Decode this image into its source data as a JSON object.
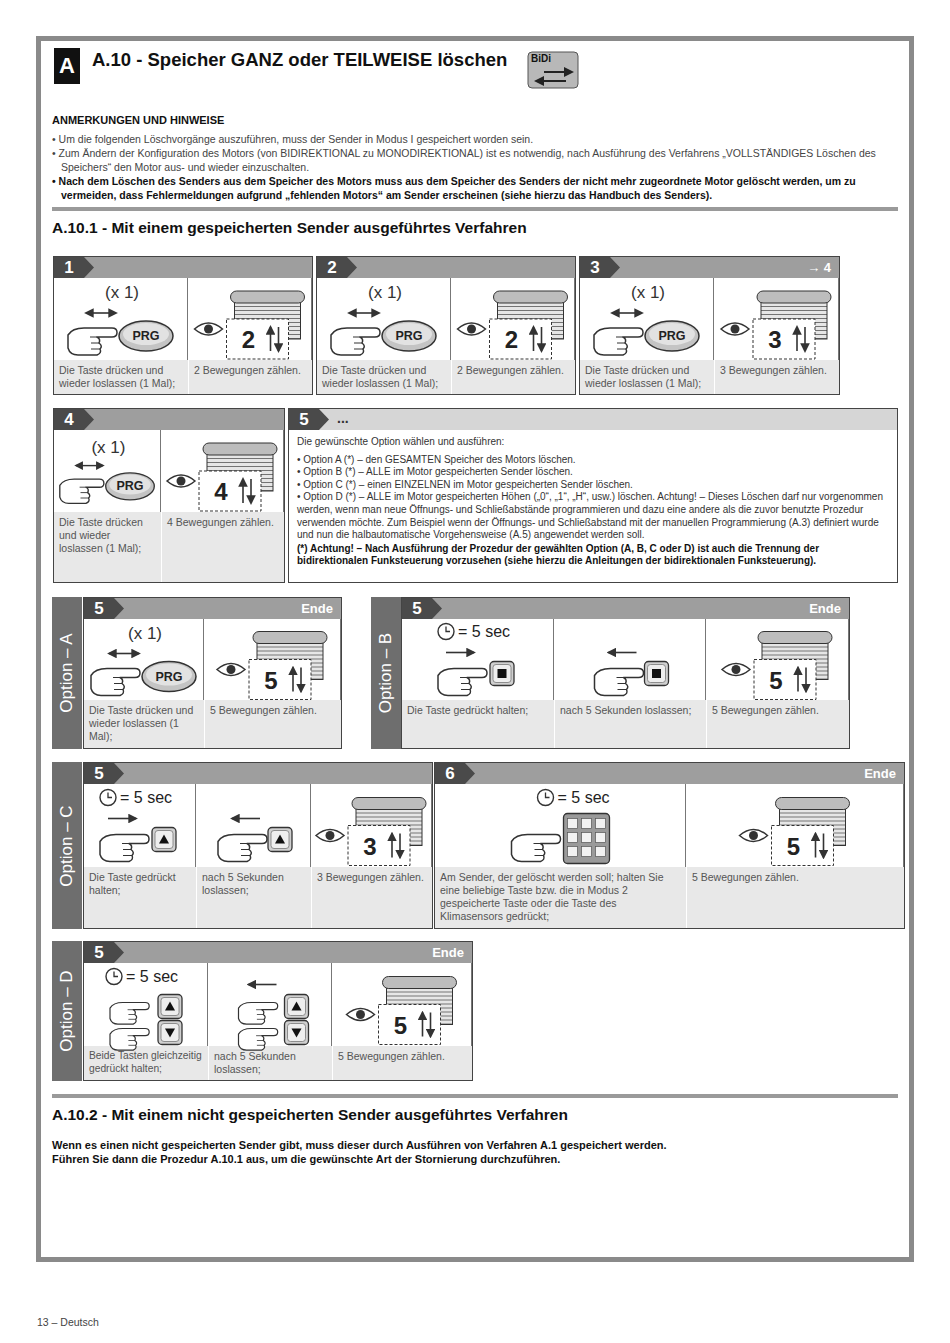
{
  "diagram": {
    "title": "A.10 - Speicher GANZ oder TEILWEISE löschen",
    "nodes": [
      {
        "text": [
          "1"
        ]
      },
      {
        "text": [
          "(x 1)",
          "PRG",
          "Die Taste drücken und wieder loslassen (1 Mal);"
        ],
        "in": 0
      },
      {
        "text": [
          "2",
          "2 Bewegungen zählen."
        ],
        "in": 0
      },
      {
        "text": [
          "2"
        ]
      },
      {
        "text": [
          "(x 1)",
          "PRG",
          "Die Taste drücken und wieder loslassen (1 Mal);"
        ],
        "in": 3
      },
      {
        "text": [
          "2",
          "2 Bewegungen zählen."
        ],
        "in": 3
      },
      {
        "text": [
          "3",
          "→ 4"
        ]
      },
      {
        "text": [
          "(x 1)",
          "PRG",
          "Die Taste drücken und wieder loslassen (1 Mal);"
        ],
        "in": 6
      },
      {
        "text": [
          "3",
          "3 Bewegungen zählen."
        ],
        "in": 6
      },
      {
        "text": [
          "4"
        ]
      },
      {
        "text": [
          "(x 1)",
          "PRG",
          "Die Taste drücken und wieder loslassen (1 Mal);"
        ],
        "in": 9
      },
      {
        "text": [
          "4",
          "4 Bewegungen zählen."
        ],
        "in": 9
      },
      {
        "text": [
          "5",
          "..."
        ]
      },
      {
        "text": [
          "Die gewünschte Option wählen und ausführen:",
          "• Option A (*) – den GESAMTEN Speicher des Motors löschen.",
          "• Option B (*) – ALLE im Motor gespeicherten Sender löschen.",
          "• Option C (*) – einen EINZELNEN im Motor gespeicherten Sender löschen.",
          "• Option D (*) – ALLE im Motor gespeicherten Höhen („0“, „1“, „H“, usw.) löschen. Achtung! – Dieses Löschen darf nur vorgenommen werden, wenn man neue Öffnungs- und Schließabstände programmieren und dazu eine andere als die zuvor benutzte Prozedur verwenden möchte. Zum Beispiel wenn der Öffnungs- und Schließabstand mit der manuellen Programmierung (A.3) definiert wurde und nun die halbautomatische Vorgehensweise (A.5) angewendet werden soll.",
          "(*) Achtung! – Nach Ausführung der Prozedur der gewählten Option (A, B, C oder D) ist auch die Trennung der bidirektionalen Funksteuerung vorzusehen (siehe hierzu die Anleitungen der bidirektionalen Funksteuerung)."
        ],
        "in": 12
      },
      {
        "text": [
          "Option – A"
        ]
      },
      {
        "text": [
          "5",
          "Ende"
        ],
        "in": 14
      },
      {
        "text": [
          "(x 1)",
          "PRG",
          "Die Taste drücken und wieder loslassen (1 Mal);"
        ],
        "in": 15
      },
      {
        "text": [
          "5",
          "5 Bewegungen zählen."
        ],
        "in": 15
      },
      {
        "text": [
          "Option – B"
        ]
      },
      {
        "text": [
          "5",
          "Ende"
        ],
        "in": 18
      },
      {
        "text": [
          "= 5 sec",
          "Die Taste gedrückt halten;"
        ],
        "in": 19
      },
      {
        "text": [
          "nach 5 Sekunden loslassen;"
        ],
        "in": 19
      },
      {
        "text": [
          "5",
          "5 Bewegungen zählen."
        ],
        "in": 19
      },
      {
        "text": [
          "Option – C"
        ]
      },
      {
        "text": [
          "5"
        ],
        "in": 23
      },
      {
        "text": [
          "= 5 sec",
          "Die Taste gedrückt halten;"
        ],
        "in": 24
      },
      {
        "text": [
          "nach 5 Sekunden loslassen;"
        ],
        "in": 24
      },
      {
        "text": [
          "3",
          "3 Bewegungen zählen."
        ],
        "in": 24
      },
      {
        "text": [
          "6",
          "Ende"
        ],
        "in": 23
      },
      {
        "text": [
          "= 5 sec",
          "Am Sender, der gelöscht werden soll; halten Sie eine beliebige Taste bzw. die in Modus 2 gespeicherte Taste oder die Taste des Klimasensors gedrückt;"
        ],
        "in": 28
      },
      {
        "text": [
          "5",
          "5 Bewegungen zählen."
        ],
        "in": 28
      },
      {
        "text": [
          "Option – D"
        ]
      },
      {
        "text": [
          "5",
          "Ende"
        ],
        "in": 31
      },
      {
        "text": [
          "= 5 sec",
          "Beide Tasten gleichzeitig gedrückt halten;"
        ],
        "in": 32
      },
      {
        "text": [
          "nach 5 Sekunden loslassen;"
        ],
        "in": 32
      },
      {
        "text": [
          "5",
          "5 Bewegungen zählen."
        ],
        "in": 32
      }
    ],
    "labels": [
      "A",
      "BiDi",
      "ANMERKUNGEN UND HINWEISE",
      "• Um die folgenden Löschvorgänge auszuführen, muss der Sender in Modus I gespeichert worden sein.",
      "• Zum Ändern der Konfiguration des Motors (von BIDIREKTIONAL zu MONODIREKTIONAL) ist es notwendig, nach Ausführung des Verfahrens „VOLLSTÄNDIGES Löschen des Speichers“ den Motor aus- und wieder einzuschalten.",
      "• Nach dem Löschen des Senders aus dem Speicher des Motors muss aus dem Speicher des Senders der nicht mehr zugeordnete Motor gelöscht werden, um zu vermeiden, dass Fehlermeldungen aufgrund „fehlenden Motors“ am Sender erscheinen (siehe hierzu das Handbuch des Senders).",
      "A.10.1 - Mit einem gespeicherten Sender ausgeführtes Verfahren",
      "A.10.2 - Mit einem nicht gespeicherten Sender ausgeführtes Verfahren",
      "Wenn es einen nicht gespeicherten Sender gibt, muss dieser durch Ausführen von Verfahren A.1 gespeichert werden.",
      "Führen Sie dann die Prozedur A.10.1 aus, um die gewünschte Art der Stornierung durchzuführen.",
      "13 – Deutsch"
    ]
  }
}
